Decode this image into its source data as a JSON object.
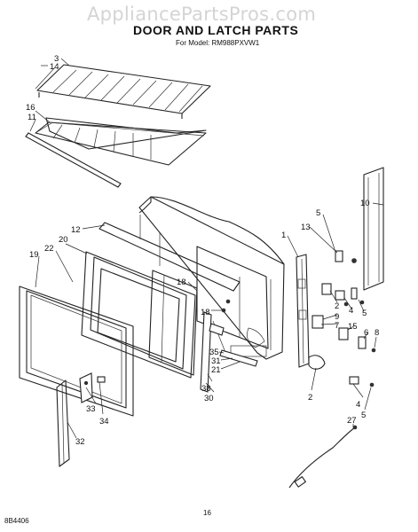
{
  "watermark": "AppliancePartsPros.com",
  "title": "DOOR AND LATCH PARTS",
  "model_line": "For Model: RM988PXVW1",
  "footer_code": "8B4406",
  "page_number": "16",
  "callouts": {
    "c14": "14",
    "c3": "3",
    "c16": "16",
    "c11": "11",
    "c12": "12",
    "c22": "22",
    "c20": "20",
    "c19": "19",
    "c18a": "18",
    "c18b": "18",
    "c10": "10",
    "c5a": "5",
    "c13": "13",
    "c1": "1",
    "c2a": "2",
    "c4a": "4",
    "c5b": "5",
    "c9": "9",
    "c7": "7",
    "c15": "15",
    "c6": "6",
    "c8": "8",
    "c35": "35",
    "c31": "31",
    "c21": "21",
    "c38": "38",
    "c30": "30",
    "c2b": "2",
    "c4b": "4",
    "c5c": "5",
    "c27": "27",
    "c33": "33",
    "c34": "34",
    "c32": "32"
  }
}
